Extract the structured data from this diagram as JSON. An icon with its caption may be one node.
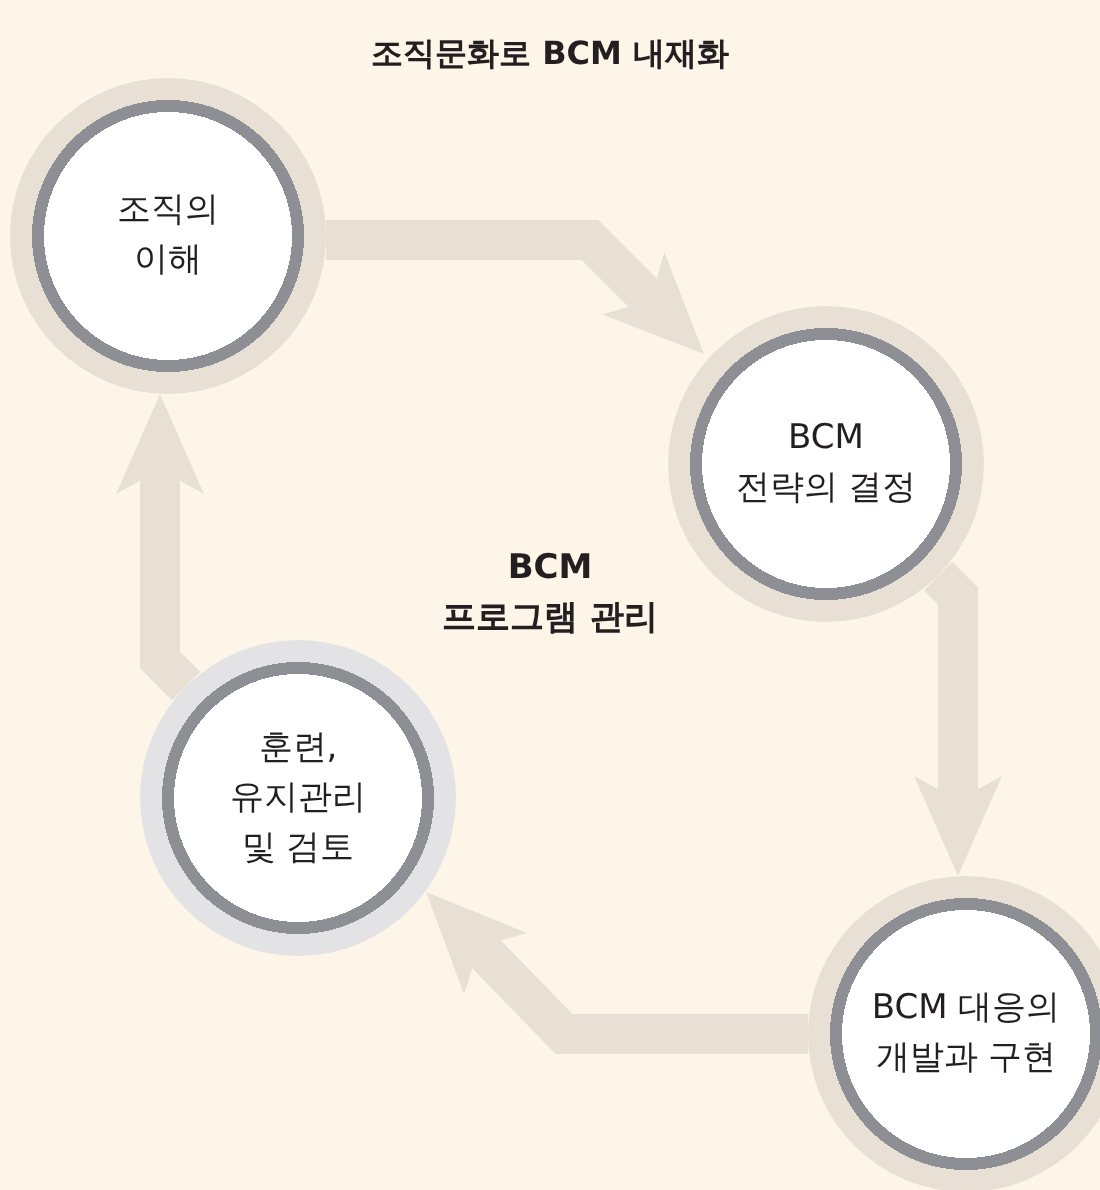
{
  "diagram": {
    "title": "조직문화로 BCM 내재화",
    "nodes": [
      {
        "text": [
          "조직의 이해"
        ]
      },
      {
        "text": [
          "BCM 전략의 결정"
        ]
      },
      {
        "text": [
          "훈련, 유지관리 및 검토"
        ]
      },
      {
        "text": [
          "BCM 대응의 개발과 구현"
        ]
      }
    ],
    "edges": [
      {
        "from": 0,
        "to": 1,
        "arrow": "to"
      },
      {
        "from": 1,
        "to": 3,
        "arrow": "to"
      },
      {
        "from": 3,
        "to": 2,
        "arrow": "to"
      },
      {
        "from": 2,
        "to": 0,
        "arrow": "to"
      }
    ],
    "labels": [
      "BCM 프로그램 관리"
    ]
  }
}
